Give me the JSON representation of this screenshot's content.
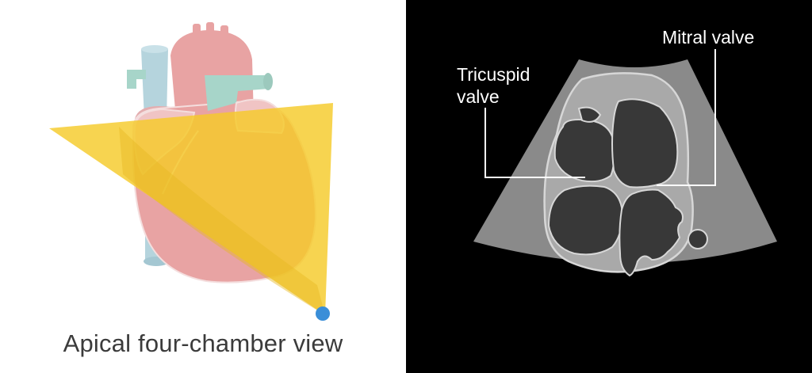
{
  "diagram": {
    "left_panel": {
      "caption": "Apical four-chamber view"
    },
    "right_panel": {
      "labels": {
        "tricuspid_line1": "Tricuspid",
        "tricuspid_line2": "valve",
        "mitral": "Mitral valve"
      }
    },
    "colors": {
      "heart": "#e8a3a3",
      "heart_outline": "#f4dede",
      "vessel_blue": "#b5d4dd",
      "vessel_green": "#a7d5c9",
      "plane_yellow": "#f5cb2a",
      "probe_dot": "#3a8ed8",
      "tissue_gray": "#8a8a8a",
      "chamber_dark": "#383838",
      "wall_light": "#d7d7d7"
    }
  }
}
